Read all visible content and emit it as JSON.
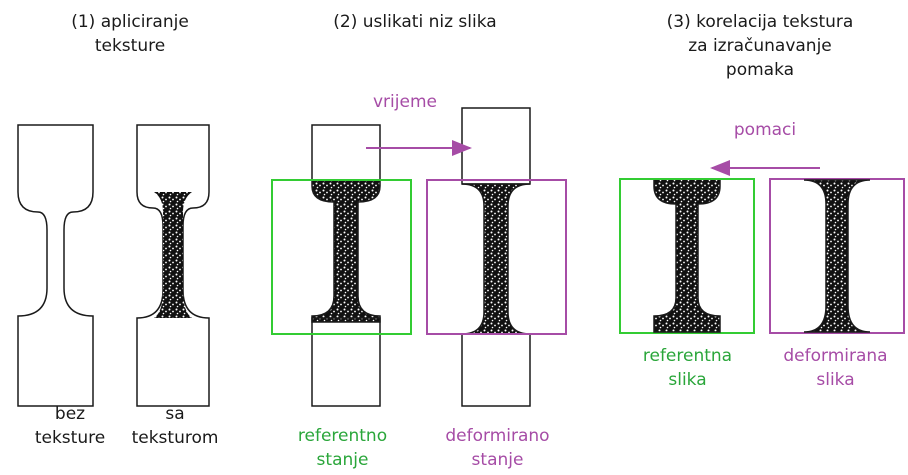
{
  "step1": {
    "title": "(1) apliciranje\nteksture",
    "label_left": "bez\nteksture",
    "label_right": "sa\nteksturom"
  },
  "step2": {
    "title": "(2) uslikati niz slika",
    "arrow_label": "vrijeme",
    "label_left": "referentno\nstanje",
    "label_right": "deformirano\nstanje"
  },
  "step3": {
    "title": "(3) korelacija tekstura\nza izračunavanje\npomaka",
    "arrow_label": "pomaci",
    "label_left": "referentna\nslika",
    "label_right": "deformirana\nslika"
  },
  "colors": {
    "green": "#33cc33",
    "purple": "#a64ca6",
    "outline": "#1a1a1a",
    "text": "#1a1a1a"
  }
}
